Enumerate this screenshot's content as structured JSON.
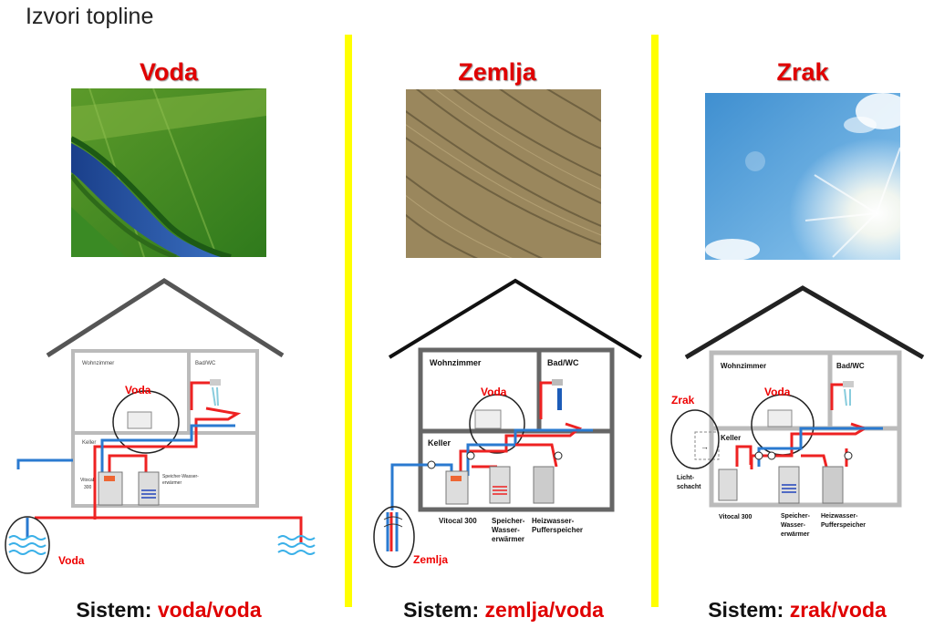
{
  "page": {
    "title": "Izvori topline"
  },
  "columns": [
    {
      "heading": "Voda",
      "rooms": {
        "living": "Wohnzimmer",
        "bath": "Bad/WC",
        "cellar": "Keller"
      },
      "labels": {
        "heat_pump": [
          "Vitocal",
          "300"
        ],
        "storage": [
          "Speicher-Wasser-",
          "erwärmer"
        ],
        "circle_room": "Voda",
        "source": "Voda"
      },
      "system": {
        "prefix": "Sistem: ",
        "value": "voda/voda"
      }
    },
    {
      "heading": "Zemlja",
      "rooms": {
        "living": "Wohnzimmer",
        "bath": "Bad/WC",
        "cellar": "Keller"
      },
      "labels": {
        "heat_pump": "Vitocal 300",
        "storage": [
          "Speicher-",
          "Wasser-",
          "erwärmer"
        ],
        "buffer": [
          "Heizwasser-",
          "Pufferspeicher"
        ],
        "circle_room": "Voda",
        "source": "Zemlja"
      },
      "system": {
        "prefix": "Sistem: ",
        "value": "zemlja/voda"
      }
    },
    {
      "heading": "Zrak",
      "rooms": {
        "living": "Wohnzimmer",
        "bath": "Bad/WC",
        "cellar": "Keller"
      },
      "labels": {
        "shaft": [
          "Licht-",
          "schacht"
        ],
        "heat_pump": "Vitocal 300",
        "storage": [
          "Speicher-",
          "Wasser-",
          "erwärmer"
        ],
        "buffer": [
          "Heizwasser-",
          "Pufferspeicher"
        ],
        "circle_room": "Voda",
        "source": "Zrak"
      },
      "system": {
        "prefix": "Sistem: ",
        "value": "zrak/voda"
      }
    }
  ]
}
